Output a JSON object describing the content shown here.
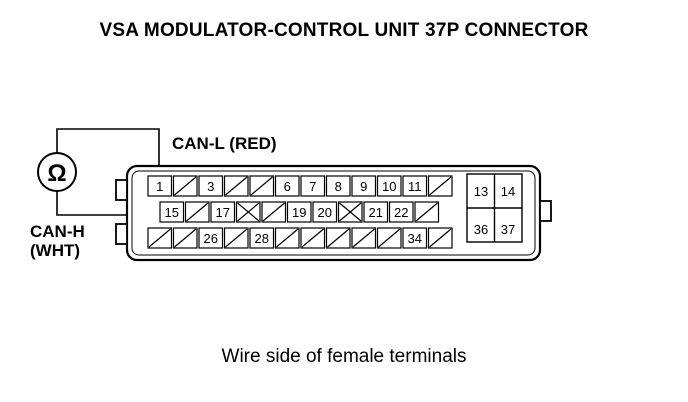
{
  "title": "VSA MODULATOR-CONTROL UNIT 37P CONNECTOR",
  "labels": {
    "can_l": "CAN-L (RED)",
    "can_h_line1": "CAN-H",
    "can_h_line2": "(WHT)",
    "ohm_symbol": "Ω"
  },
  "caption": "Wire side of female terminals",
  "icons": [
    "ohmmeter-icon",
    "connector-icon"
  ],
  "connector": {
    "rows": [
      [
        "1",
        "/",
        "3",
        "/",
        "/",
        "6",
        "7",
        "8",
        "9",
        "10",
        "11",
        "/"
      ],
      [
        "15",
        "/",
        "17",
        "x",
        "/",
        "19",
        "20",
        "x",
        "21",
        "22",
        "/"
      ],
      [
        "/",
        "/",
        "26",
        "/",
        "28",
        "/",
        "/",
        "/",
        "/",
        "/",
        "34",
        "/"
      ]
    ],
    "right_block": [
      [
        "13",
        "14"
      ],
      [
        "36",
        "37"
      ]
    ]
  }
}
